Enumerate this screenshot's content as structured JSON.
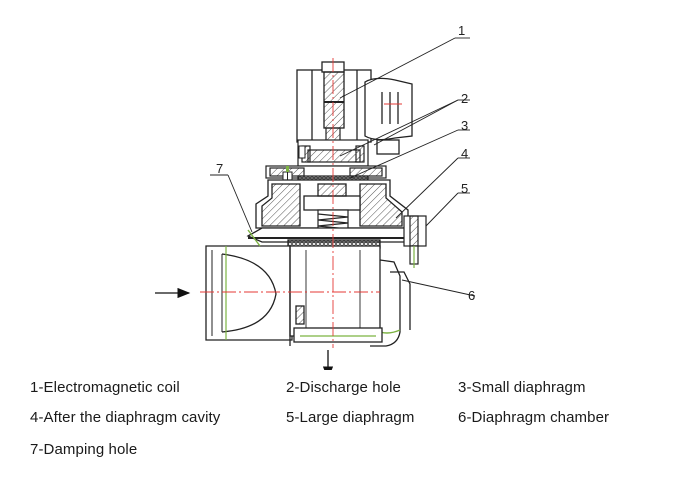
{
  "callouts": {
    "c1": "1",
    "c2": "2",
    "c3": "3",
    "c4": "4",
    "c5": "5",
    "c6": "6",
    "c7": "7"
  },
  "legend": {
    "l1": "1-Electromagnetic coil",
    "l2": "2-Discharge hole",
    "l3": "3-Small diaphragm",
    "l4": "4-After the diaphragm cavity",
    "l5": "5-Large diaphragm",
    "l6": "6-Diaphragm chamber",
    "l7": "7-Damping hole"
  },
  "colors": {
    "line": "#222222",
    "centerline": "#e53935",
    "highlight": "#7cb342",
    "hatch": "#444444"
  }
}
